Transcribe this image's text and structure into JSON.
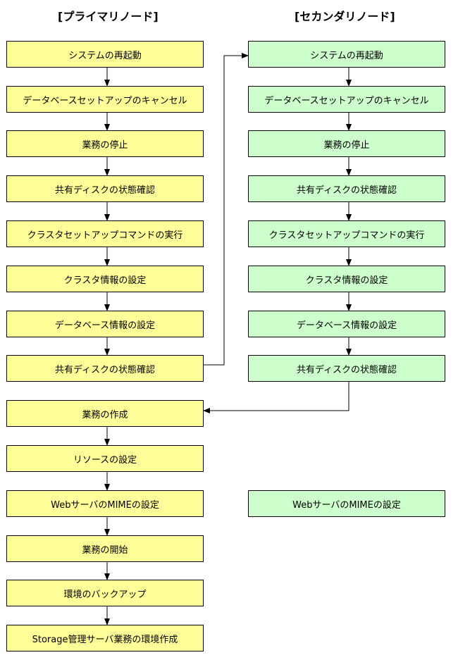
{
  "headers": {
    "primary": "[プライマリノード]",
    "secondary": "[セカンダリノード]"
  },
  "primary_steps": [
    "システムの再起動",
    "データベースセットアップのキャンセル",
    "業務の停止",
    "共有ディスクの状態確認",
    "クラスタセットアップコマンドの実行",
    "クラスタ情報の設定",
    "データベース情報の設定",
    "共有ディスクの状態確認",
    "業務の作成",
    "リソースの設定",
    "WebサーバのMIMEの設定",
    "業務の開始",
    "環境のバックアップ",
    "Storage管理サーバ業務の環境作成"
  ],
  "secondary_steps": [
    "システムの再起動",
    "データベースセットアップのキャンセル",
    "業務の停止",
    "共有ディスクの状態確認",
    "クラスタセットアップコマンドの実行",
    "クラスタ情報の設定",
    "データベース情報の設定",
    "共有ディスクの状態確認",
    "WebサーバのMIMEの設定"
  ]
}
